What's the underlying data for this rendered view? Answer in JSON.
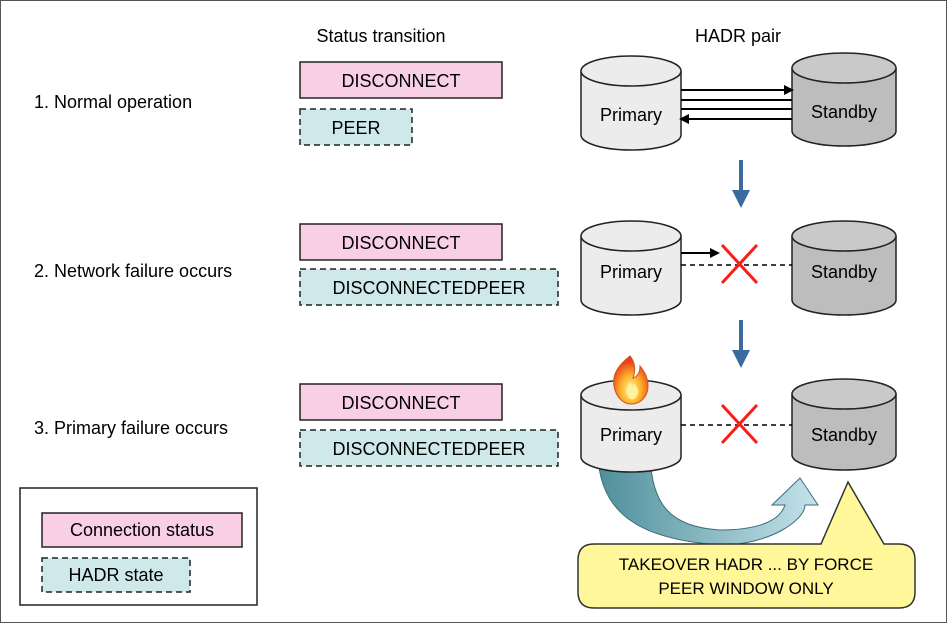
{
  "headers": {
    "status_transition": "Status transition",
    "hadr_pair": "HADR pair"
  },
  "rows": [
    {
      "label": "1. Normal operation",
      "connection_status": "DISCONNECT",
      "hadr_state": "PEER"
    },
    {
      "label": "2. Network failure occurs",
      "connection_status": "DISCONNECT",
      "hadr_state": "DISCONNECTEDPEER"
    },
    {
      "label": "3. Primary failure occurs",
      "connection_status": "DISCONNECT",
      "hadr_state": "DISCONNECTEDPEER"
    }
  ],
  "nodes": {
    "primary": "Primary",
    "standby": "Standby"
  },
  "legend": {
    "connection_status": "Connection status",
    "hadr_state": "HADR state"
  },
  "callout": {
    "line1": "TAKEOVER HADR ... BY FORCE",
    "line2": "PEER WINDOW ONLY"
  },
  "colors": {
    "connection_fill": "#f9cfe6",
    "hadr_fill": "#cfe9ea",
    "primary_fill": "#ececec",
    "standby_fill": "#bdbdbd",
    "down_arrow": "#3a6a9e",
    "failure_x": "#ff1a1a",
    "callout_fill": "#fff79a",
    "takeover_arrow": "#8fb8c2"
  },
  "icons": {
    "fire": "fire-icon"
  }
}
